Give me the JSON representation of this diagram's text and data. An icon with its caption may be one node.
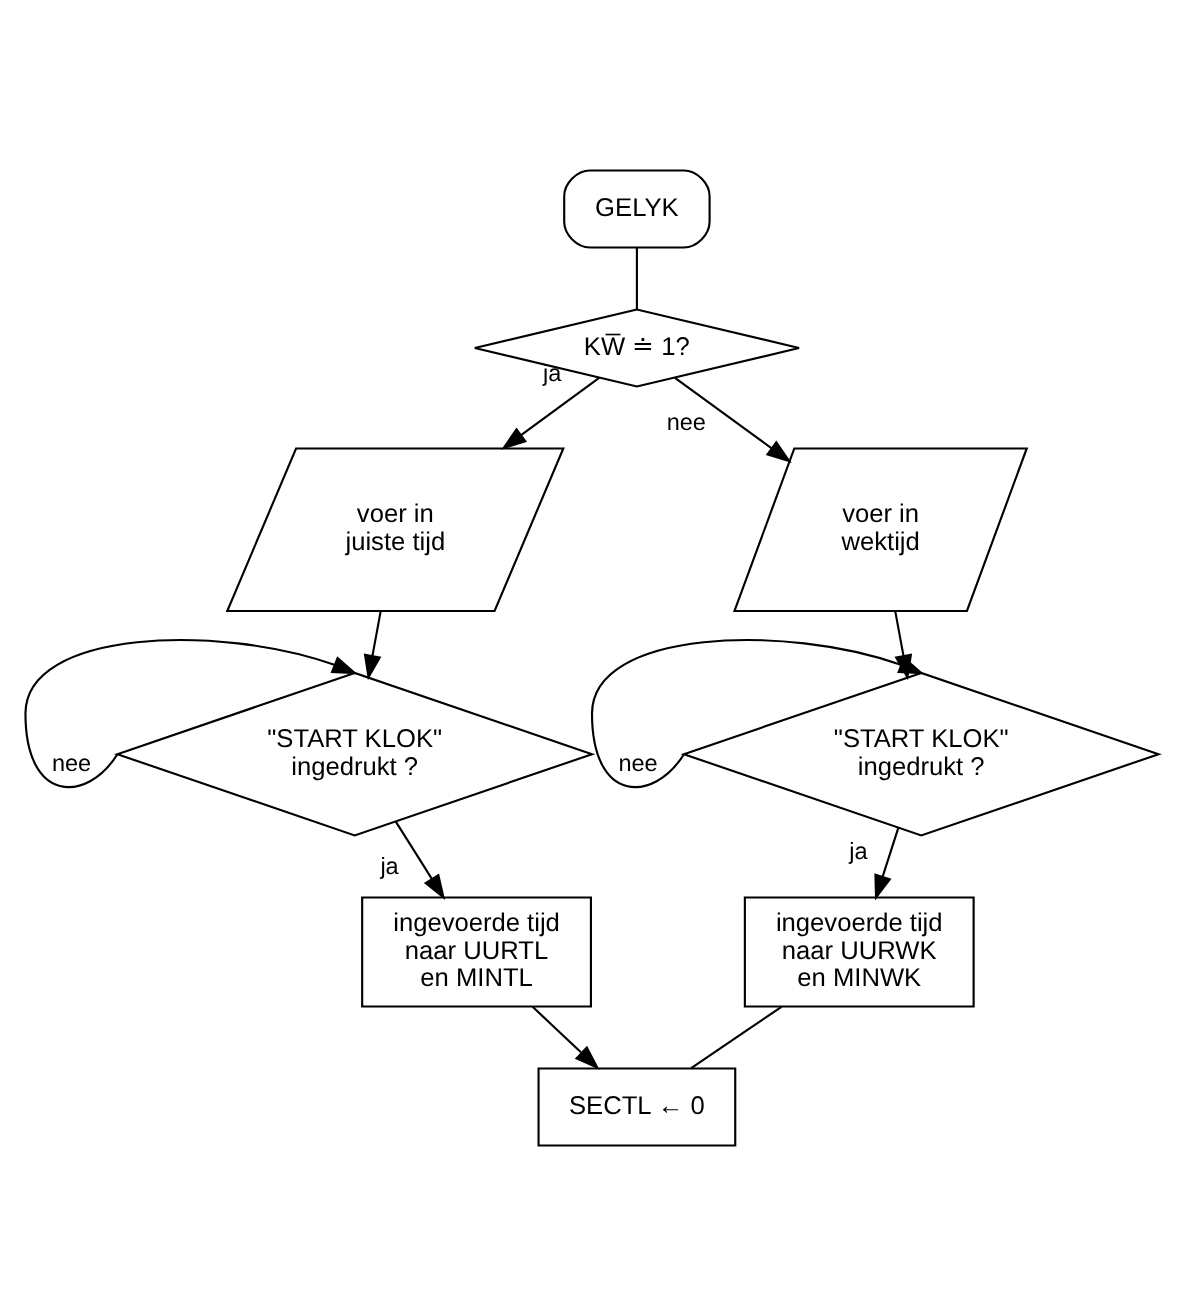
{
  "diagram": {
    "nodes": [
      {
        "text": [
          "GELYK"
        ]
      },
      {
        "text": [
          "KW̅ ≐ 1?"
        ]
      },
      {
        "text": [
          "voer in juiste tijd"
        ]
      },
      {
        "text": [
          "voer in wektijd"
        ]
      },
      {
        "text": [
          "\"START KLOK\" ingedrukt ?"
        ]
      },
      {
        "text": [
          "\"START KLOK\" ingedrukt ?"
        ]
      },
      {
        "text": [
          "ingevoerde tijd naar UURTL en MINTL"
        ]
      },
      {
        "text": [
          "ingevoerde tijd naar UURWK en MINWK"
        ]
      },
      {
        "text": [
          "SECTL ← 0"
        ]
      }
    ],
    "edges": [
      {
        "from": 0,
        "to": 1,
        "arrow": "none"
      },
      {
        "from": 1,
        "to": 2,
        "arrow": "to",
        "label": "ja"
      },
      {
        "from": 1,
        "to": 3,
        "arrow": "to",
        "label": "nee"
      },
      {
        "from": 2,
        "to": 4,
        "arrow": "to"
      },
      {
        "from": 4,
        "to": 4,
        "arrow": "to",
        "label": "nee"
      },
      {
        "from": 4,
        "to": 6,
        "arrow": "to",
        "label": "ja"
      },
      {
        "from": 3,
        "to": 5,
        "arrow": "to"
      },
      {
        "from": 5,
        "to": 5,
        "arrow": "to",
        "label": "nee"
      },
      {
        "from": 5,
        "to": 7,
        "arrow": "to",
        "label": "ja"
      },
      {
        "from": 6,
        "to": 8,
        "arrow": "to"
      },
      {
        "from": 7,
        "to": 8,
        "arrow": "none"
      }
    ]
  }
}
